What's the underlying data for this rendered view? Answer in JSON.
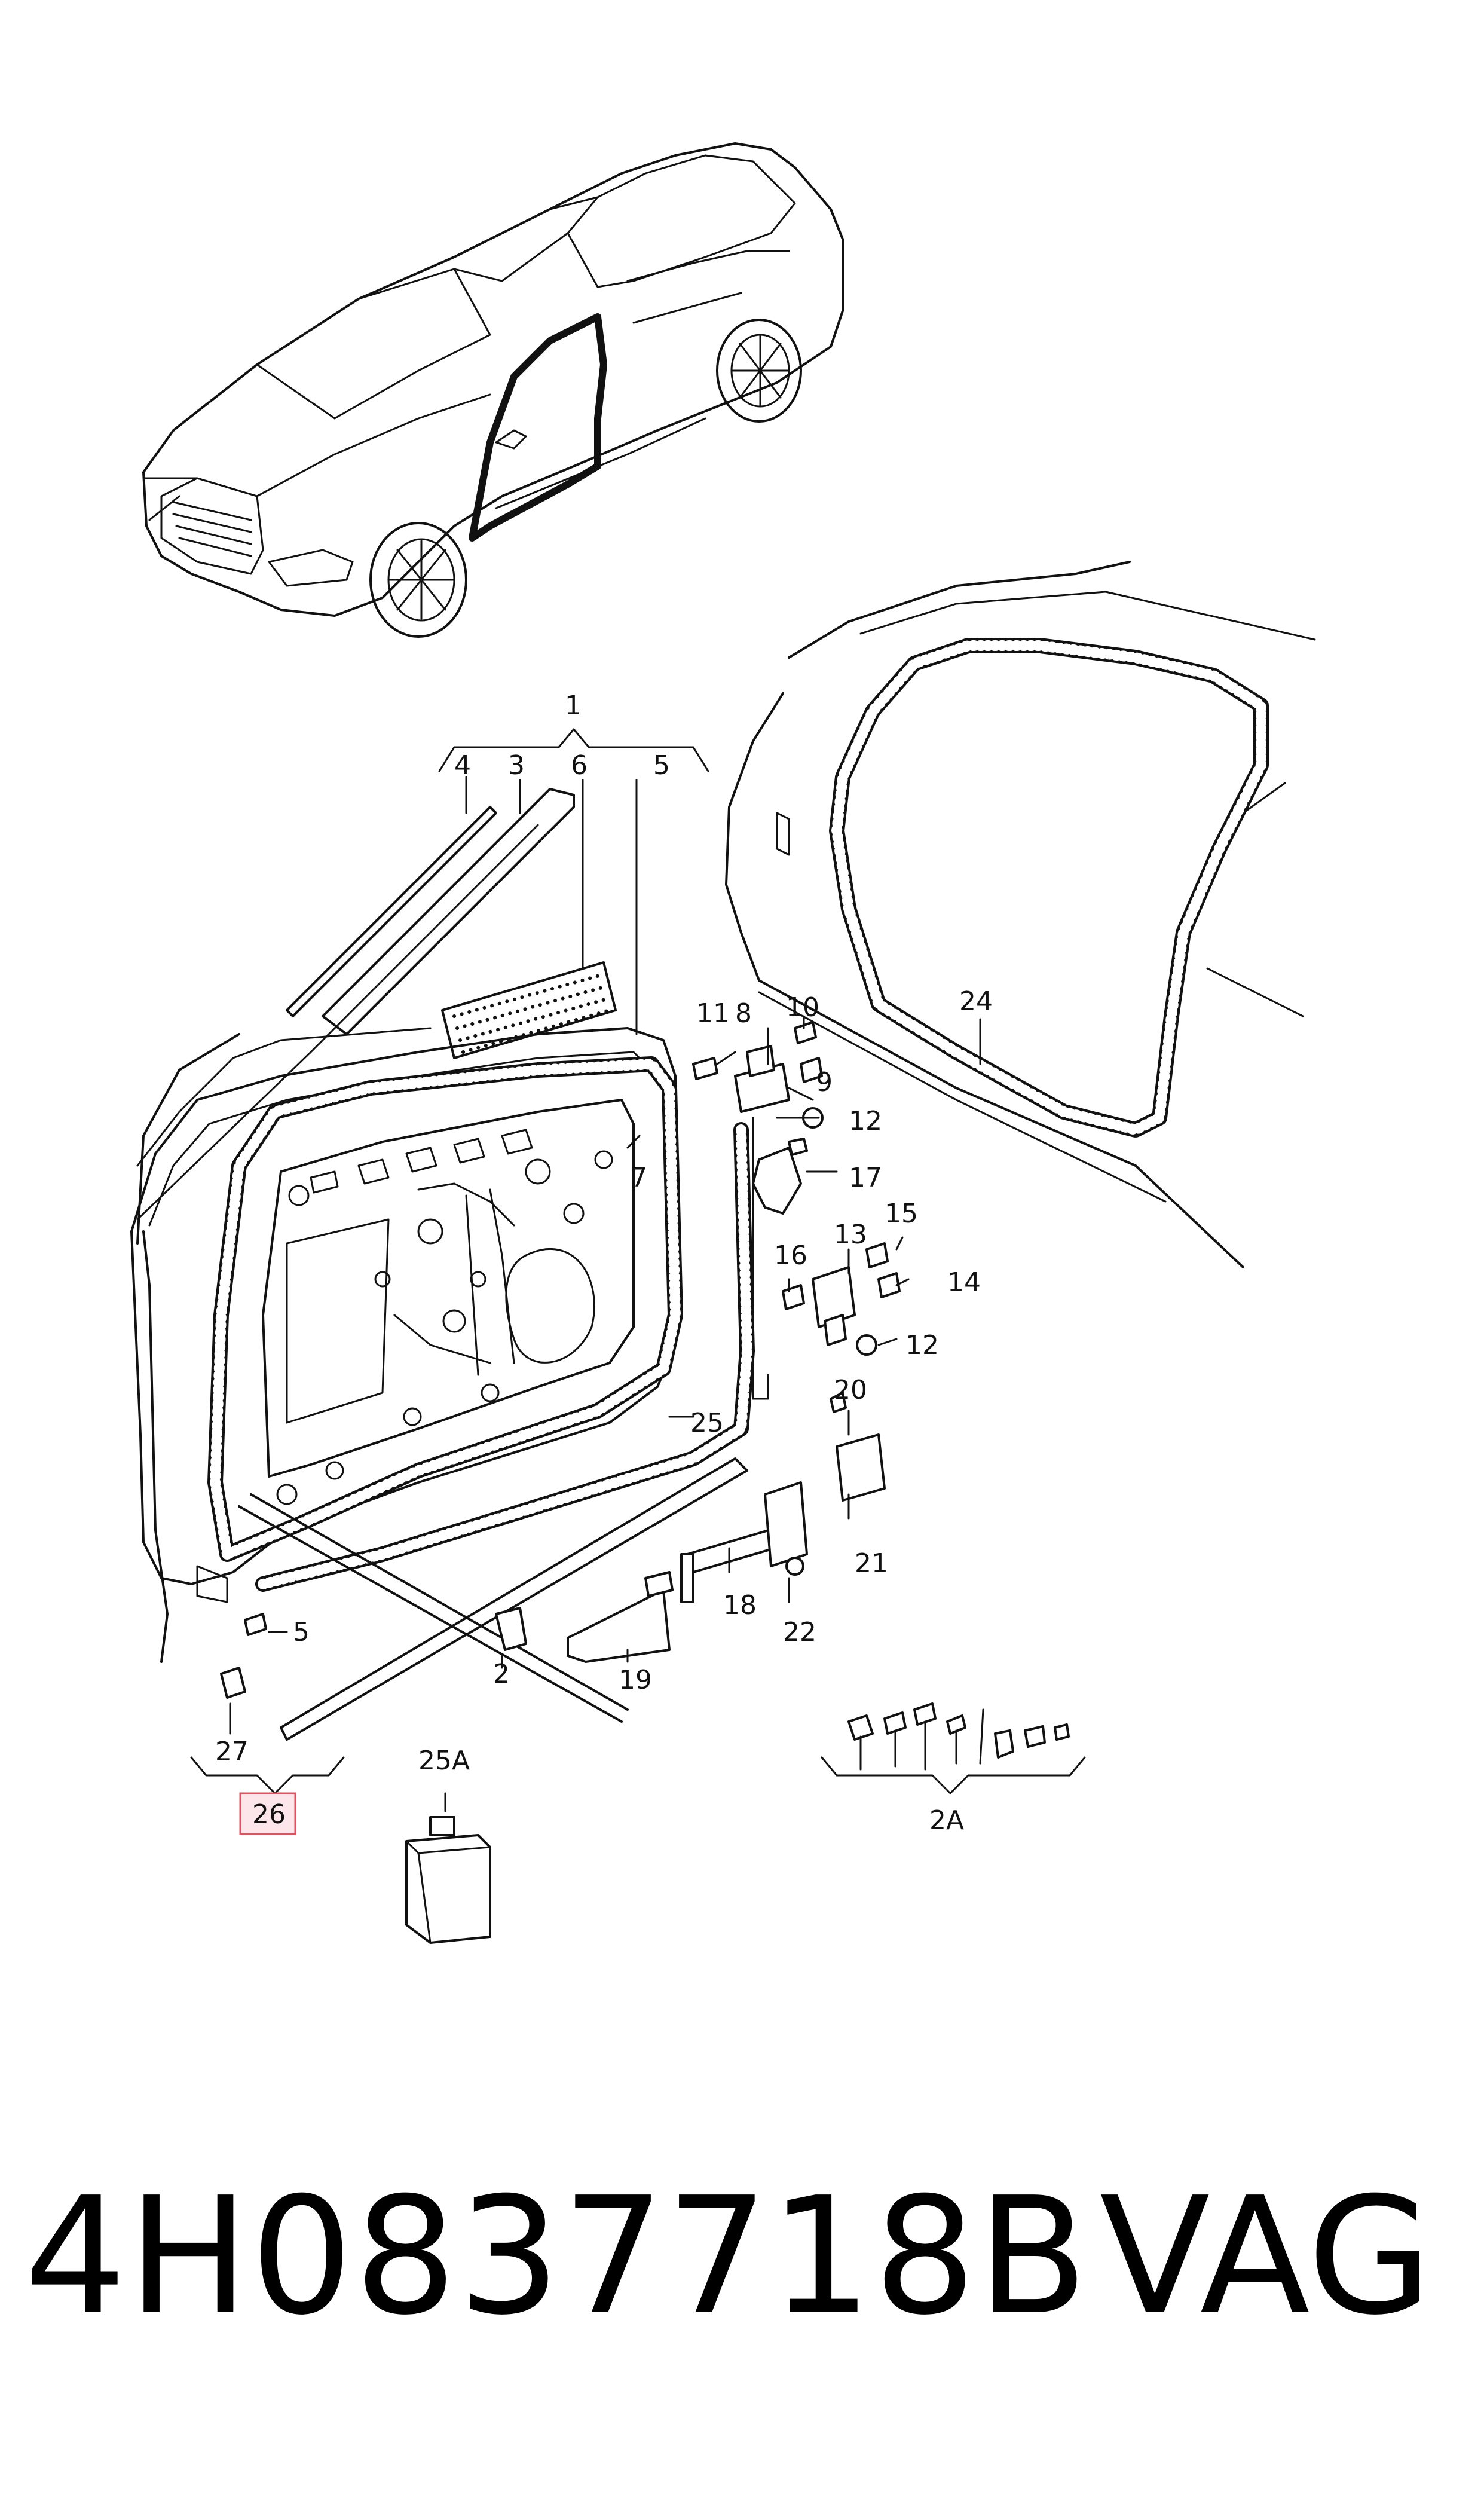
{
  "footer": {
    "part_number": "4H0837718B",
    "brand": "VAG"
  },
  "callouts": {
    "c1": "1",
    "c2": "2",
    "c2a": "2A",
    "c3": "3",
    "c4": "4",
    "c5a": "5",
    "c5b": "5",
    "c6": "6",
    "c7": "7",
    "c8": "8",
    "c9": "9",
    "c10": "10",
    "c11": "11",
    "c12a": "12",
    "c12b": "12",
    "c13": "13",
    "c14": "14",
    "c15": "15",
    "c16": "16",
    "c17": "17",
    "c18": "18",
    "c19": "19",
    "c20": "20",
    "c21": "21",
    "c22": "22",
    "c24": "24",
    "c25": "25",
    "c25a": "25A",
    "c26": "26",
    "c27": "27"
  },
  "highlight": {
    "callout": "26",
    "color": "#e05060",
    "fill": "#fde6ea"
  },
  "icons": [
    "car-illustration",
    "door-shell",
    "body-opening-seal",
    "hinge",
    "door-check-strap",
    "oil-bottle",
    "fastener-set"
  ]
}
